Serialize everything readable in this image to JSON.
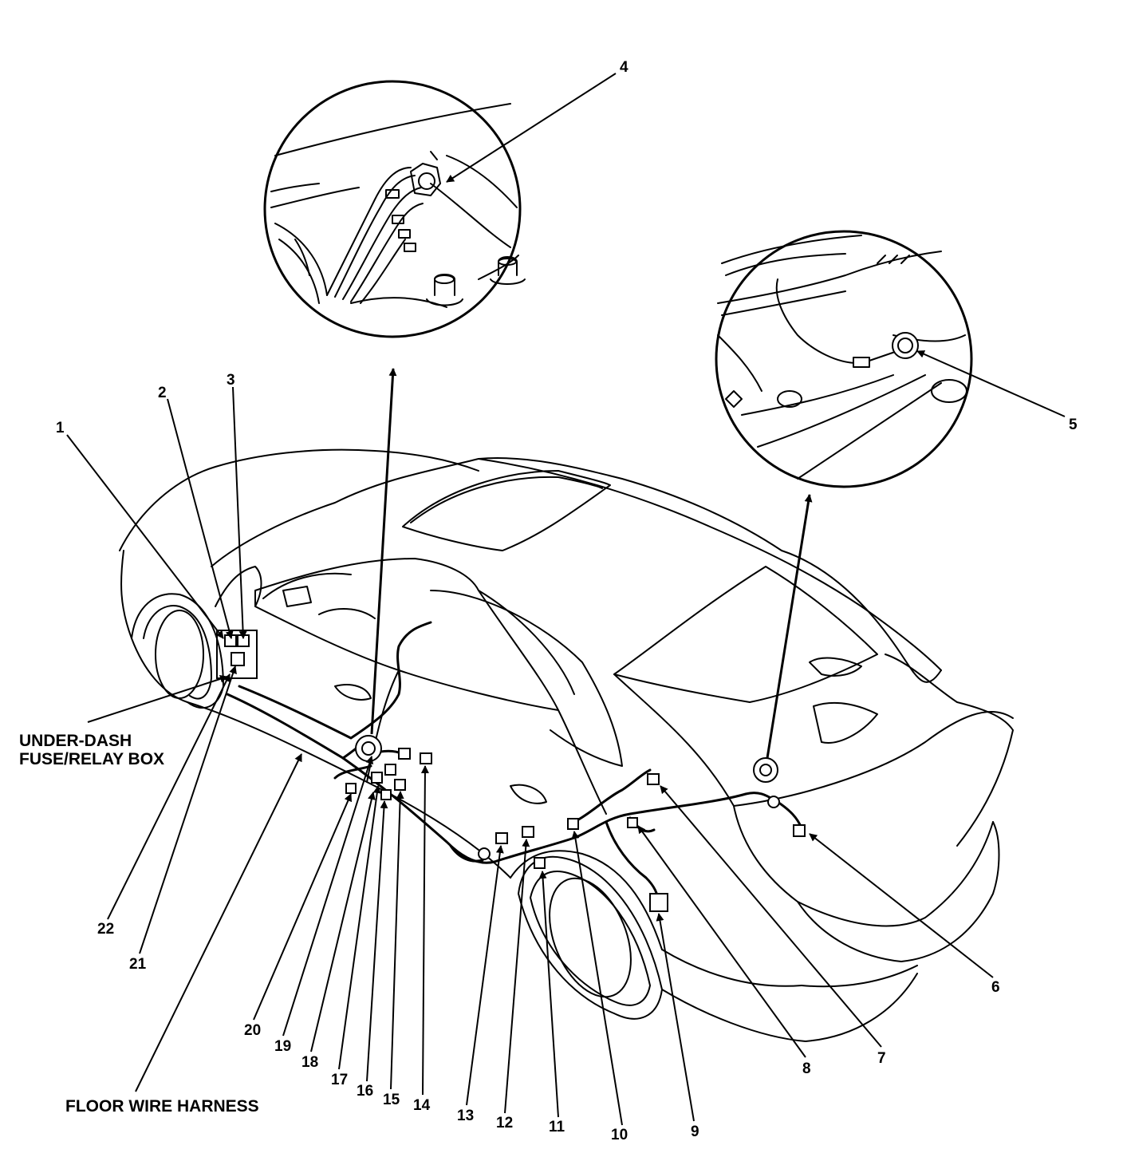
{
  "captions": {
    "fuse_box_line1": "UNDER-DASH",
    "fuse_box_line2": "FUSE/RELAY BOX",
    "harness": "FLOOR WIRE HARNESS"
  },
  "callouts": [
    "1",
    "2",
    "3",
    "4",
    "5",
    "6",
    "7",
    "8",
    "9",
    "10",
    "11",
    "12",
    "13",
    "14",
    "15",
    "16",
    "17",
    "18",
    "19",
    "20",
    "21",
    "22"
  ]
}
